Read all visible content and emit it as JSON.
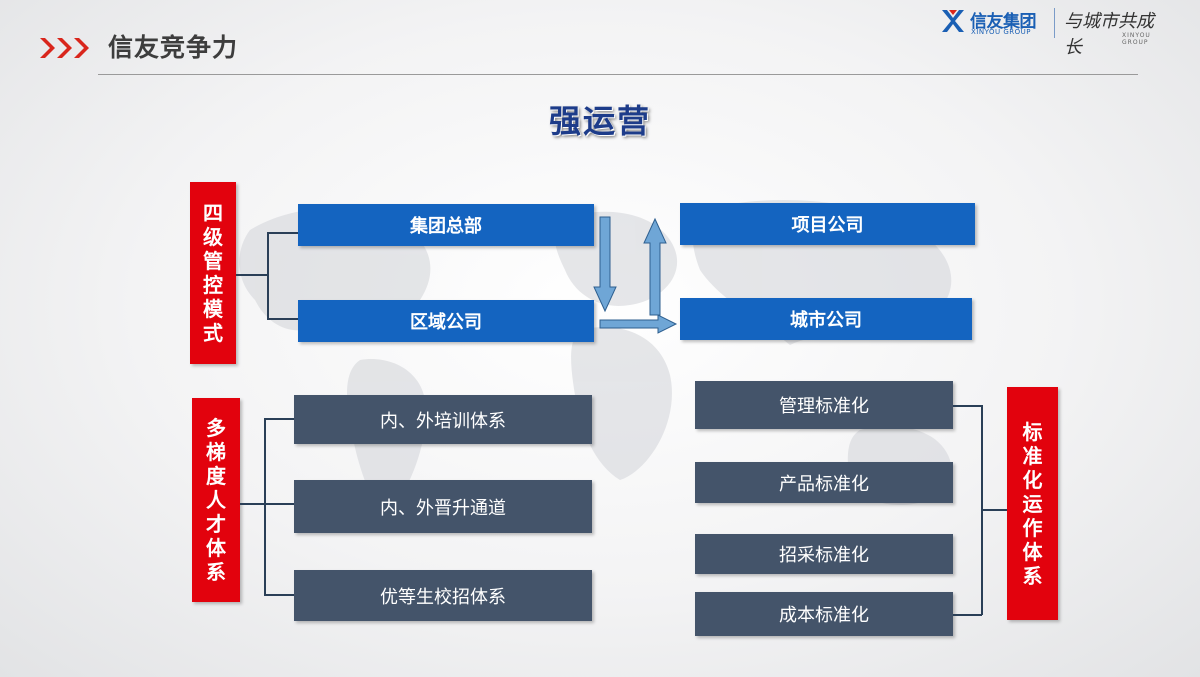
{
  "header": {
    "title": "信友竞争力",
    "accent_color": "#d9261c",
    "logo": {
      "name_cn": "信友集团",
      "name_en": "XINYOU GROUP",
      "slogan": "与城市共成长",
      "slogan_sub": "XINYOU GROUP"
    }
  },
  "main_title": "强运营",
  "management": {
    "label": "四级管控模式",
    "levels": [
      "集团总部",
      "区域公司",
      "项目公司",
      "城市公司"
    ]
  },
  "talent": {
    "label": "多梯度人才体系",
    "items": [
      "内、外培训体系",
      "内、外晋升通道",
      "优等生校招体系"
    ]
  },
  "standard": {
    "label": "标准化运作体系",
    "items": [
      "管理标准化",
      "产品标准化",
      "招采标准化",
      "成本标准化"
    ]
  },
  "colors": {
    "red": "#e2020d",
    "blue": "#1464c0",
    "slate": "#44546a",
    "title": "#1d3c8a"
  }
}
